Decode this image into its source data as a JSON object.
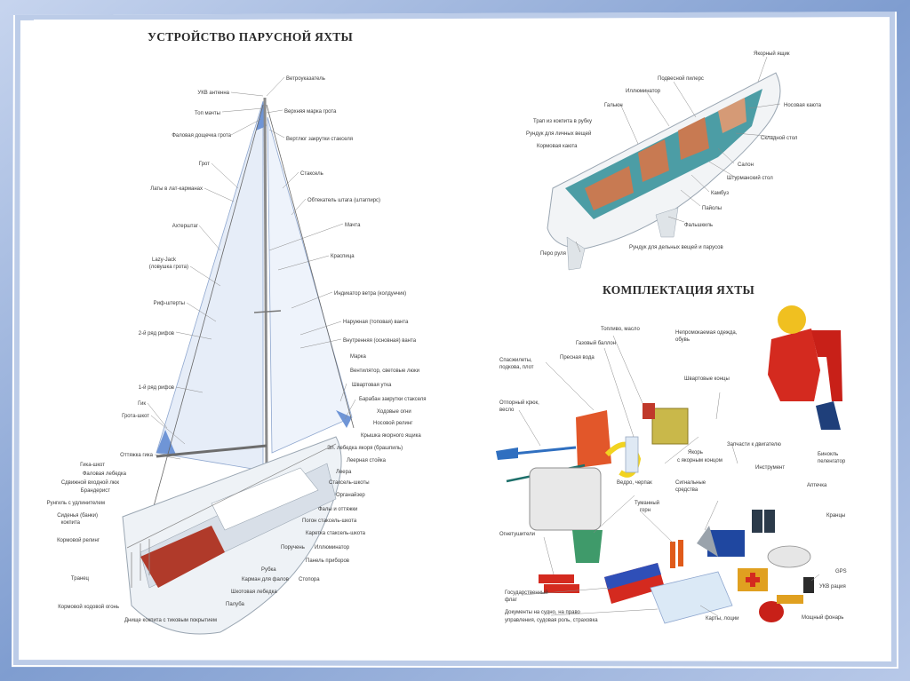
{
  "left": {
    "title": "УСТРОЙСТВО ПАРУСНОЙ ЯХТЫ",
    "labels_left": [
      "УКВ антенна",
      "Топ мачты",
      "Фаловая дощечка грота",
      "Грот",
      "Латы в лат-карманах",
      "Ахтерштаг",
      "Lazy-Jack",
      "(ловушка грота)",
      "Риф-штерты",
      "2-й ряд рифов",
      "1-й ряд рифов",
      "Гик",
      "Грота-шкот",
      "Оттяжка гика",
      "Гика-шкот",
      "Фаловая лебедка",
      "Сдвижной входной люк",
      "Брандерист",
      "Рунгиль с удлинителем",
      "Сиденья (банки)",
      "кокпита",
      "Кормовой релинг",
      "Транец",
      "Кормовой ходовой огонь",
      "Днище кокпита с тиковым покрытием"
    ],
    "labels_right": [
      "Ветроуказатель",
      "Верхняя марка грота",
      "Вертлюг закрутки стакселя",
      "Стаксель",
      "Обтекатель штага (штагпирс)",
      "Мачта",
      "Краспица",
      "Индикатор ветра (колдунчик)",
      "Наружная (топовая) ванта",
      "Внутренняя (основная) ванта",
      "Марка",
      "Вентилятор, световые люки",
      "Швартовая утка",
      "Барабан закрутки стакселя",
      "Ходовые огни",
      "Носовой релинг",
      "Крышка якорного ящика",
      "Эл. лебедка якоря (брашпиль)",
      "Леерная стойка",
      "Леера",
      "Стаксель-шкоты",
      "Органайзер",
      "Фалы и оттяжки",
      "Погон стаксель-шкота",
      "Каретка стаксель-шкота",
      "Поручень",
      "Иллюминатор",
      "Панель приборов",
      "Рубка",
      "Стопора",
      "Карман для фалов",
      "Шкотовая лебедка",
      "Палуба"
    ]
  },
  "right": {
    "interior_labels": [
      "Якорный ящик",
      "Подвесной пилерс",
      "Иллюминатор",
      "Гальюн",
      "Трап из кокпита в рубку",
      "Рундук для личных вещей",
      "Кормовая каюта",
      "Носовая каюта",
      "Складной стол",
      "Салон",
      "Штурманский стол",
      "Камбуз",
      "Пайолы",
      "Фальшкиль",
      "Перо руля",
      "Рундук для дельных вещей и парусов"
    ],
    "title": "КОМПЛЕКТАЦИЯ ЯХТЫ",
    "equipment_labels": [
      "Топливо, масло",
      "Газовый баллон",
      "Пресная вода",
      "Спасжилеты,",
      "подкова, плот",
      "Непромокаемая одежда,",
      "обувь",
      "Швартовые концы",
      "Отпорный крюк,",
      "весло",
      "Запчасти к двигателю",
      "Якорь",
      "с якорным концом",
      "Ведро, черпак",
      "Сигнальные",
      "средства",
      "Инструмент",
      "Бинокль",
      "пеленгатор",
      "Аптечка",
      "Туманный",
      "горн",
      "Кранцы",
      "Огнетушители",
      "GPS",
      "УКВ рация",
      "Государственный",
      "флаг",
      "Документы на судно, на право",
      "управления, судовая роль, страховка",
      "Карты, лоции",
      "Мощный фонарь"
    ]
  },
  "colors": {
    "frame_blue": "#6f8fc6",
    "sail": "#e8eef8",
    "hull": "#eef2f6",
    "teal": "#2f8d96",
    "wood": "#c87a52",
    "red_jacket": "#d42a1f",
    "deck_red": "#b03a2a"
  }
}
